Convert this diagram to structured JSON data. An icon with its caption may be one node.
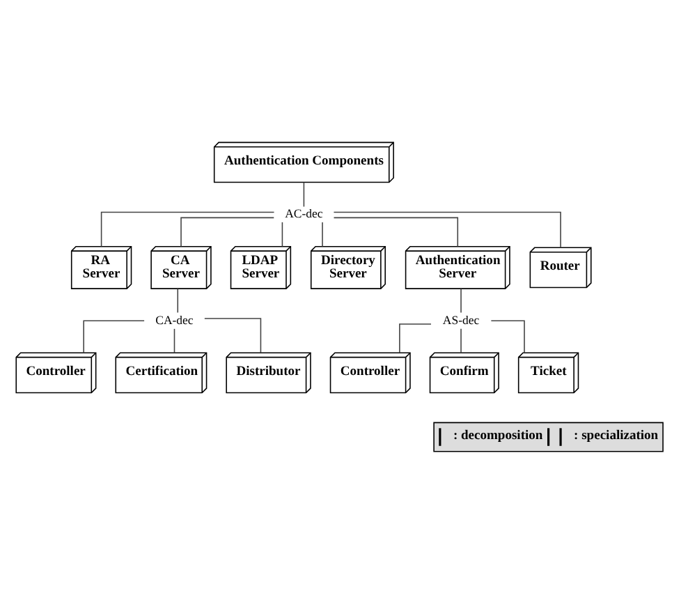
{
  "diagram": {
    "nodes": [
      {
        "text": [
          "Authentication Components"
        ]
      },
      {
        "text": [
          "AC-dec"
        ]
      },
      {
        "text": [
          "RA Server"
        ]
      },
      {
        "text": [
          "CA Server"
        ]
      },
      {
        "text": [
          "LDAP Server"
        ]
      },
      {
        "text": [
          "Directory Server"
        ]
      },
      {
        "text": [
          "Authentication Server"
        ]
      },
      {
        "text": [
          "Router"
        ]
      },
      {
        "text": [
          "CA-dec"
        ]
      },
      {
        "text": [
          "Controller"
        ]
      },
      {
        "text": [
          "Certification"
        ]
      },
      {
        "text": [
          "Distributor"
        ]
      },
      {
        "text": [
          "AS-dec"
        ]
      },
      {
        "text": [
          "Controller"
        ]
      },
      {
        "text": [
          "Confirm"
        ]
      },
      {
        "text": [
          "Ticket"
        ]
      }
    ],
    "edges": [
      {
        "from": 0,
        "to": 1,
        "arrow": "none"
      },
      {
        "from": 1,
        "to": 2,
        "arrow": "none"
      },
      {
        "from": 1,
        "to": 3,
        "arrow": "none"
      },
      {
        "from": 1,
        "to": 4,
        "arrow": "none"
      },
      {
        "from": 1,
        "to": 5,
        "arrow": "none"
      },
      {
        "from": 1,
        "to": 6,
        "arrow": "none"
      },
      {
        "from": 1,
        "to": 7,
        "arrow": "none"
      },
      {
        "from": 3,
        "to": 8,
        "arrow": "none"
      },
      {
        "from": 8,
        "to": 9,
        "arrow": "none"
      },
      {
        "from": 8,
        "to": 10,
        "arrow": "none"
      },
      {
        "from": 8,
        "to": 11,
        "arrow": "none"
      },
      {
        "from": 6,
        "to": 12,
        "arrow": "none"
      },
      {
        "from": 12,
        "to": 13,
        "arrow": "none"
      },
      {
        "from": 12,
        "to": 14,
        "arrow": "none"
      },
      {
        "from": 12,
        "to": 15,
        "arrow": "none"
      }
    ],
    "legend": [
      {
        "text": ": decomposition"
      },
      {
        "text": ": specialization"
      }
    ]
  }
}
